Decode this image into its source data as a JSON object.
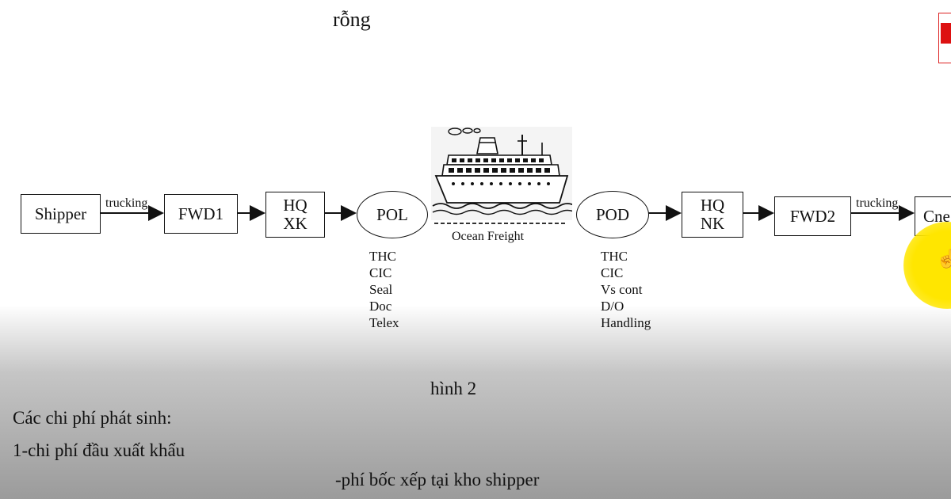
{
  "top": {
    "partial_line": "rỗng"
  },
  "diagram": {
    "nodes": {
      "shipper": "Shipper",
      "fwd1": "FWD1",
      "hqxk_line1": "HQ",
      "hqxk_line2": "XK",
      "pol": "POL",
      "pod": "POD",
      "hqnk_line1": "HQ",
      "hqnk_line2": "NK",
      "fwd2": "FWD2",
      "cnee": "Cne"
    },
    "edge_labels": {
      "trucking_left": "trucking",
      "trucking_right": "trucking",
      "ocean": "Ocean Freight"
    },
    "pol_charges": [
      "THC",
      "CIC",
      "Seal",
      "Doc",
      "Telex"
    ],
    "pod_charges": [
      "THC",
      "CIC",
      "Vs cont",
      "D/O",
      "Handling"
    ]
  },
  "caption": "hình 2",
  "notes": {
    "line1": "Các chi phí phát sinh:",
    "line2": "1-chi phí đầu xuất khẩu",
    "line3": "-phí bốc xếp tại kho shipper"
  },
  "colors": {
    "highlight": "#ffe600",
    "badge_red": "#dd1111"
  },
  "icons": {
    "cursor": "hand-cursor-icon",
    "ship": "ship-icon"
  }
}
